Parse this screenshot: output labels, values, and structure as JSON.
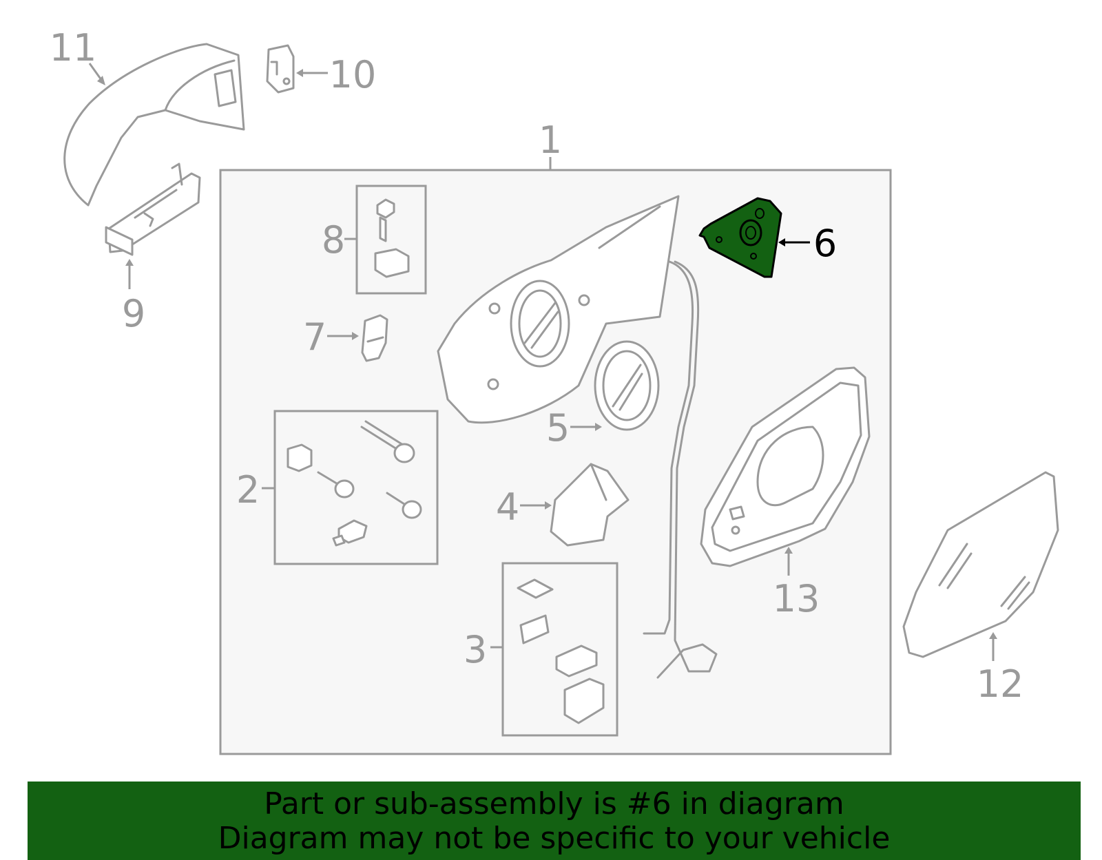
{
  "diagram": {
    "callouts": [
      {
        "id": "1",
        "label": "1"
      },
      {
        "id": "2",
        "label": "2"
      },
      {
        "id": "3",
        "label": "3"
      },
      {
        "id": "4",
        "label": "4"
      },
      {
        "id": "5",
        "label": "5"
      },
      {
        "id": "6",
        "label": "6",
        "highlighted": true
      },
      {
        "id": "7",
        "label": "7"
      },
      {
        "id": "8",
        "label": "8"
      },
      {
        "id": "9",
        "label": "9"
      },
      {
        "id": "10",
        "label": "10"
      },
      {
        "id": "11",
        "label": "11"
      },
      {
        "id": "12",
        "label": "12"
      },
      {
        "id": "13",
        "label": "13"
      }
    ],
    "highlight_color": "#136112",
    "line_color": "#9a9a9a",
    "assembly_box_color": "#f7f7f7"
  },
  "banner": {
    "line1": "Part or sub-assembly is #6 in diagram",
    "line2": "Diagram may not be specific to your vehicle",
    "background": "#136112"
  }
}
